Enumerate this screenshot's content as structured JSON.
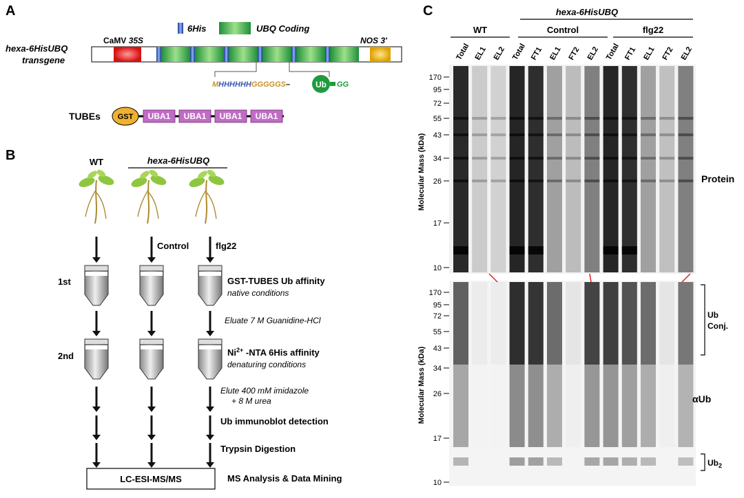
{
  "panels": {
    "a": "A",
    "b": "B",
    "c": "C"
  },
  "panel_a": {
    "legend_his": "6His",
    "legend_ubq": "UBQ Coding",
    "transgene_line1": "hexa-6HisUBQ",
    "transgene_line2": "transgene",
    "promoter": "CaMV",
    "promoter_num": "35S",
    "terminator": "NOS 3'",
    "seq_m": "M",
    "seq_his": "HHHHHH",
    "seq_gly": "GGGGGS",
    "seq_dash": "–",
    "ub": "Ub",
    "seq_gg": "GG",
    "tubes_label": "TUBEs",
    "gst": "GST",
    "uba": [
      "UBA1",
      "UBA1",
      "UBA1",
      "UBA1"
    ]
  },
  "panel_b": {
    "wt": "WT",
    "transgenic": "hexa-6HisUBQ",
    "control": "Control",
    "flg22": "flg22",
    "first": "1st",
    "second": "2nd",
    "step1_title": "GST-TUBES Ub affinity",
    "step1_sub": "native conditions",
    "eluate1": "Eluate 7 M Guanidine-HCl",
    "step2_ni": "Ni",
    "step2_sup": "2+",
    "step2_title": " -NTA 6His affinity",
    "step2_sub": "denaturing conditions",
    "elute2_line1": "Elute 400 mM imidazole",
    "elute2_line2": "+ 8 M urea",
    "immunoblot": "Ub immunoblot detection",
    "trypsin": "Trypsin Digestion",
    "lcms": "LC-ESI-MS/MS",
    "ms_analysis": "MS Analysis & Data Mining"
  },
  "panel_c": {
    "header": "hexa-6HisUBQ",
    "groups": [
      "WT",
      "Control",
      "flg22"
    ],
    "lanes": [
      "Total",
      "EL1",
      "EL2",
      "Total",
      "FT1",
      "EL1",
      "FT2",
      "EL2",
      "Total",
      "FT1",
      "EL1",
      "FT2",
      "EL2"
    ],
    "ylabel": "Molecular Mass (kDa)",
    "markers": [
      "170",
      "95",
      "72",
      "55",
      "43",
      "34",
      "26",
      "17",
      "10"
    ],
    "protein_label": "Protein",
    "ub_conj_line1": "Ub",
    "ub_conj_line2": "Conj.",
    "aub_label": "αUb",
    "ub2_label": "Ub",
    "ub2_sub": "2"
  }
}
